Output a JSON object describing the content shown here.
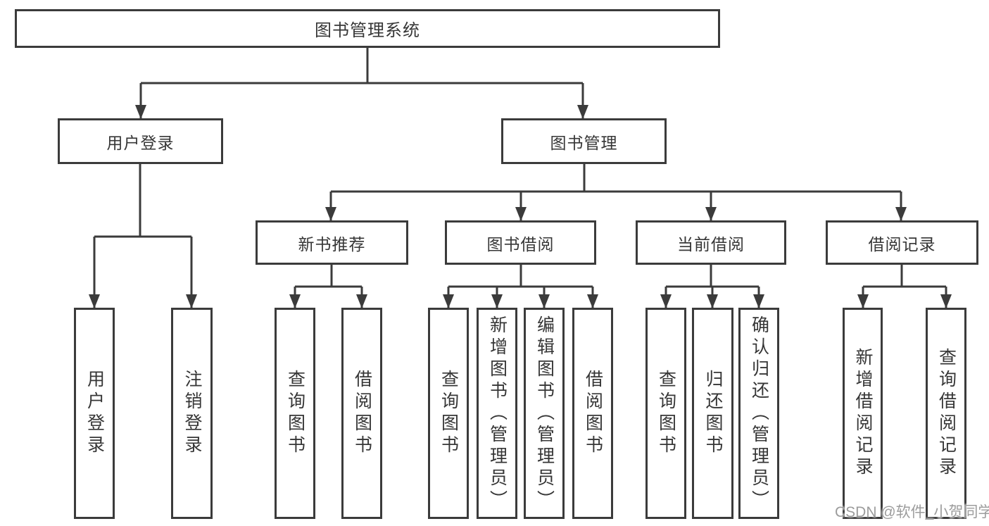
{
  "tree": {
    "root": {
      "label": "图书管理系统"
    },
    "branches": [
      {
        "label": "用户登录",
        "children": [
          "用户登录",
          "注销登录"
        ]
      },
      {
        "label": "图书管理",
        "sections": [
          {
            "label": "新书推荐",
            "children": [
              "查询图书",
              "借阅图书"
            ]
          },
          {
            "label": "图书借阅",
            "children": [
              "查询图书",
              "新增图书（管理员）",
              "编辑图书（管理员）",
              "借阅图书"
            ]
          },
          {
            "label": "当前借阅",
            "children": [
              "查询图书",
              "归还图书",
              "确认归还（管理员）"
            ]
          },
          {
            "label": "借阅记录",
            "children": [
              "新增借阅记录",
              "查询借阅记录"
            ]
          }
        ]
      }
    ]
  },
  "watermark": "CSDN @软件_小贺同学",
  "colors": {
    "line": "#3b3b3b",
    "text": "#363636",
    "background": "#ffffff",
    "watermark": "#9c9c9c"
  }
}
